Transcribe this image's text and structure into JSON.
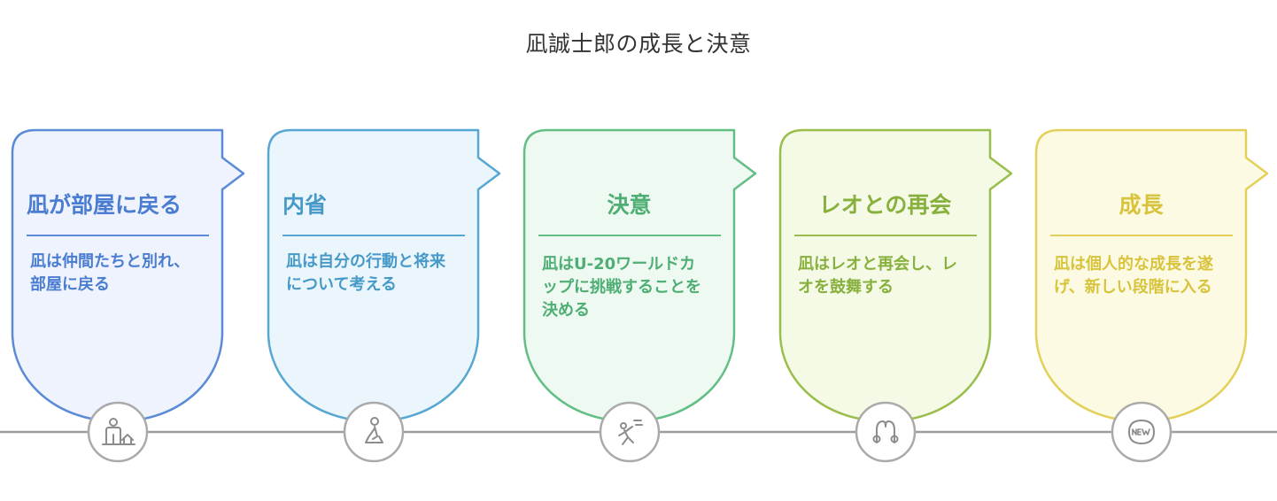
{
  "title": "凪誠士郎の成長と決意",
  "colors": {
    "timeline": "#9e9e9e",
    "node_stroke": "#aaaaaa",
    "node_icon": "#8c8c8c"
  },
  "steps": [
    {
      "title": "凪が部屋に戻る",
      "description": "凪は仲間たちと別れ、部屋に戻る",
      "icon": "person-home-icon",
      "title_align": "left",
      "colors": {
        "stroke": "#5b8ad6",
        "fill": "#eef3fd",
        "text": "#4a7dd1"
      }
    },
    {
      "title": "内省",
      "description": "凪は自分の行動と将来について考える",
      "icon": "meditation-icon",
      "title_align": "left",
      "colors": {
        "stroke": "#58a7d2",
        "fill": "#ebf6fc",
        "text": "#4699c8"
      }
    },
    {
      "title": "決意",
      "description": "凪はU-20ワールドカップに挑戦することを決める",
      "icon": "kick-icon",
      "title_align": "center",
      "colors": {
        "stroke": "#62be85",
        "fill": "#edf9f1",
        "text": "#4eae73"
      }
    },
    {
      "title": "レオとの再会",
      "description": "凪はレオと再会し、レオを鼓舞する",
      "icon": "reunion-icon",
      "title_align": "center",
      "colors": {
        "stroke": "#99be4b",
        "fill": "#f4fae6",
        "text": "#88b03c"
      }
    },
    {
      "title": "成長",
      "description": "凪は個人的な成長を遂げ、新しい段階に入る",
      "icon": "new-badge-icon",
      "title_align": "center",
      "colors": {
        "stroke": "#e3d05a",
        "fill": "#fdfae4",
        "text": "#d8c43c"
      }
    }
  ]
}
